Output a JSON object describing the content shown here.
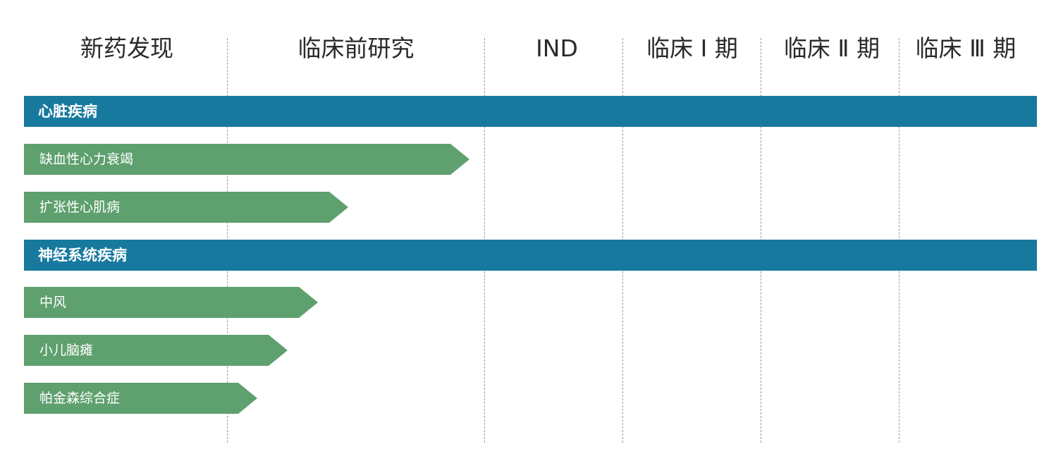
{
  "stages": [
    {
      "label": "新药发现"
    },
    {
      "label": "临床前研究"
    },
    {
      "label": "IND"
    },
    {
      "label": "临床 Ⅰ 期"
    },
    {
      "label": "临床 Ⅱ 期"
    },
    {
      "label": "临床 Ⅲ 期"
    }
  ],
  "categories": [
    {
      "name": "心脏疾病",
      "programs": [
        {
          "name": "缺血性心力衰竭",
          "progress": 0.44
        },
        {
          "name": "扩张性心肌病",
          "progress": 0.32
        }
      ]
    },
    {
      "name": "神经系统疾病",
      "programs": [
        {
          "name": "中风",
          "progress": 0.29
        },
        {
          "name": "小儿脑瘫",
          "progress": 0.26
        },
        {
          "name": "帕金森综合症",
          "progress": 0.23
        }
      ]
    }
  ],
  "colors": {
    "category_band": "#17799e",
    "program_arrow": "#5ea06e",
    "divider": "#9a9a9a",
    "header_text": "#2a2a2a"
  }
}
